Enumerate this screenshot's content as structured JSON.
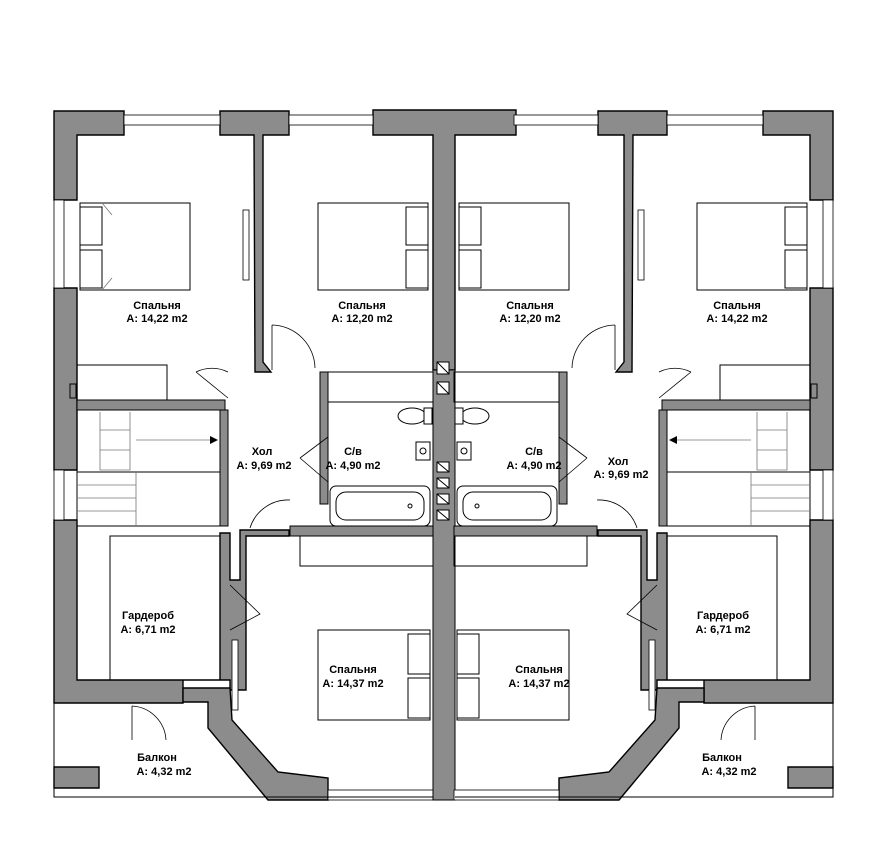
{
  "rooms": [
    {
      "id": "bed-tl",
      "name": "Спальня",
      "area": "A: 14,22 m2"
    },
    {
      "id": "bed-tml",
      "name": "Спальня",
      "area": "A: 12,20 m2"
    },
    {
      "id": "bed-tmr",
      "name": "Спальня",
      "area": "A: 12,20 m2"
    },
    {
      "id": "bed-tr",
      "name": "Спальня",
      "area": "A: 14,22 m2"
    },
    {
      "id": "hall-l",
      "name": "Хол",
      "area": "A: 9,69 m2"
    },
    {
      "id": "bath-l",
      "name": "С/в",
      "area": "A: 4,90 m2"
    },
    {
      "id": "bath-r",
      "name": "С/в",
      "area": "A: 4,90 m2"
    },
    {
      "id": "hall-r",
      "name": "Хол",
      "area": "A: 9,69 m2"
    },
    {
      "id": "ward-l",
      "name": "Гардероб",
      "area": "A: 6,71 m2"
    },
    {
      "id": "bed-bl",
      "name": "Спальня",
      "area": "A: 14,37 m2"
    },
    {
      "id": "bed-br",
      "name": "Спальня",
      "area": "A: 14,37 m2"
    },
    {
      "id": "ward-r",
      "name": "Гардероб",
      "area": "A: 6,71 m2"
    },
    {
      "id": "balc-l",
      "name": "Балкон",
      "area": "A: 4,32 m2"
    },
    {
      "id": "balc-r",
      "name": "Балкон",
      "area": "A: 4,32 m2"
    }
  ],
  "colors": {
    "wall": "#8c8c8c",
    "line": "#000000",
    "background": "#ffffff"
  }
}
